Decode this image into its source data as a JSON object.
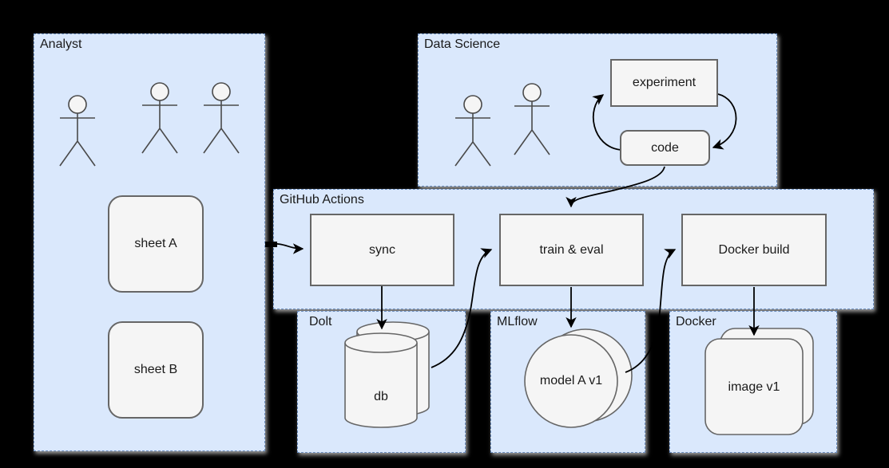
{
  "colors": {
    "container_fill": "#dae8fc",
    "container_border": "#6c8ebf",
    "node_fill": "#f5f5f5",
    "node_border": "#666666",
    "arrow_color": "#000000",
    "shadow_color": "#a0a0a0",
    "label_color": "#1a1a1a",
    "background": "#000000"
  },
  "containers": {
    "analyst": {
      "label": "Analyst",
      "actor_count": 3
    },
    "data_science": {
      "label": "Data Science",
      "actor_count": 2
    },
    "github_actions": {
      "label": "GitHub Actions"
    },
    "dolt": {
      "label": "Dolt"
    },
    "mlflow": {
      "label": "MLflow"
    },
    "docker": {
      "label": "Docker"
    }
  },
  "nodes": {
    "sheet_a": {
      "label": "sheet A"
    },
    "sheet_b": {
      "label": "sheet B"
    },
    "experiment": {
      "label": "experiment"
    },
    "code": {
      "label": "code"
    },
    "sync": {
      "label": "sync"
    },
    "train_eval": {
      "label": "train & eval"
    },
    "docker_build": {
      "label": "Docker build"
    },
    "db": {
      "label": "db"
    },
    "model": {
      "label": "model A v1"
    },
    "image": {
      "label": "image v1"
    }
  },
  "edges": [
    {
      "from": "code",
      "to": "experiment"
    },
    {
      "from": "experiment",
      "to": "code"
    },
    {
      "from": "analyst",
      "to": "sync"
    },
    {
      "from": "sync",
      "to": "db"
    },
    {
      "from": "db",
      "to": "train_eval"
    },
    {
      "from": "code",
      "to": "train_eval"
    },
    {
      "from": "train_eval",
      "to": "model"
    },
    {
      "from": "model",
      "to": "docker_build"
    },
    {
      "from": "docker_build",
      "to": "image"
    }
  ]
}
